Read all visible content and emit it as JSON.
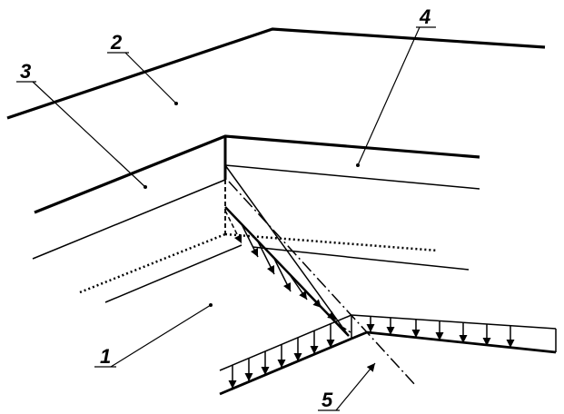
{
  "colors": {
    "ink": "#000000",
    "background": "#ffffff"
  },
  "labels": {
    "l1": "1",
    "l2": "2",
    "l3": "3",
    "l4": "4",
    "l5": "5"
  }
}
